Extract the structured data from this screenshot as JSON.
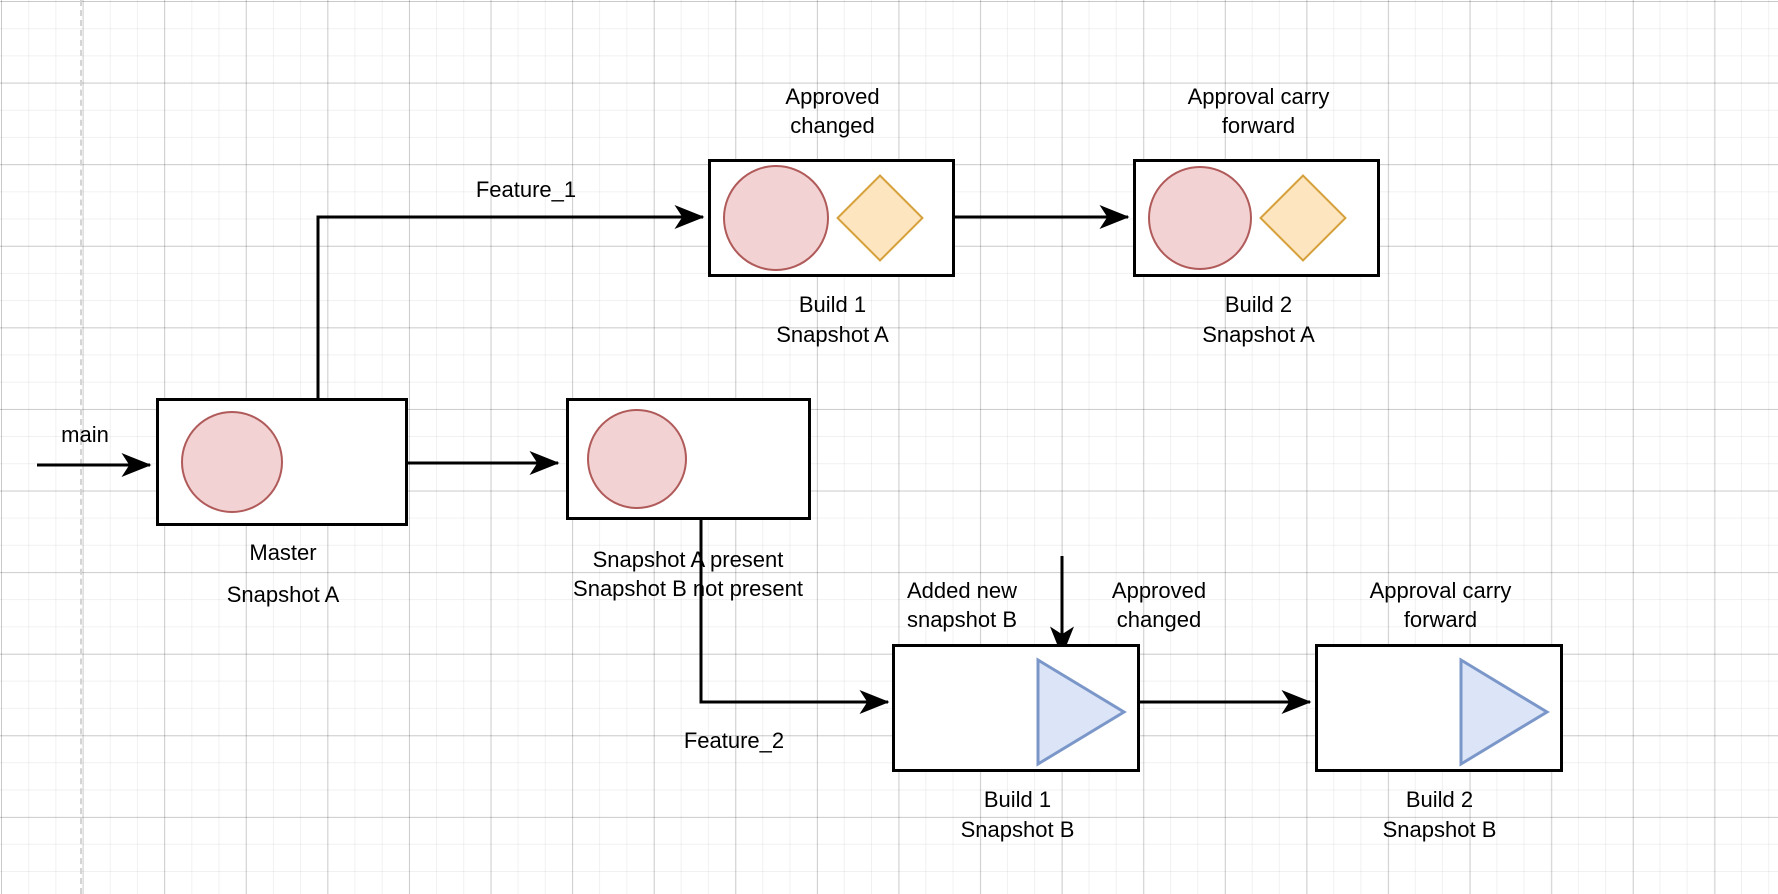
{
  "diagram": {
    "title": "Snapshot approval carry-forward branching diagram",
    "colors": {
      "circle_fill": "#f2d2d2",
      "circle_stroke": "#b05a5a",
      "diamond_fill": "#fce5bf",
      "diamond_stroke": "#d6a13c",
      "triangle_fill": "#dbe5f7",
      "triangle_stroke": "#7b97c9",
      "box_stroke": "#000000",
      "connector": "#000000",
      "grid_minor": "#f0f0f0",
      "grid_major": "#d9d9d9",
      "guide_dashed": "#d4d4d4",
      "canvas": "#ffffff"
    },
    "edge_labels": {
      "main": "main",
      "feature_1": "Feature_1",
      "feature_2": "Feature_2"
    },
    "annotations": {
      "approved_changed_top": "Approved\nchanged",
      "approval_carry_forward_top": "Approval carry\nforward",
      "added_new_snapshot_b": "Added new\nsnapshot B",
      "approved_changed_bottom": "Approved\nchanged",
      "approval_carry_forward_bottom": "Approval carry\nforward"
    },
    "nodes": [
      {
        "id": "master",
        "caption_line1": "Master",
        "caption_line2": "Snapshot A",
        "shapes": [
          "circle"
        ]
      },
      {
        "id": "snapshot-state",
        "caption_line1": "Snapshot A present",
        "caption_line2": "Snapshot B not present",
        "shapes": [
          "circle"
        ]
      },
      {
        "id": "build1-snapshot-a",
        "caption_line1": "Build 1",
        "caption_line2": "Snapshot A",
        "shapes": [
          "circle",
          "diamond"
        ]
      },
      {
        "id": "build2-snapshot-a",
        "caption_line1": "Build 2",
        "caption_line2": "Snapshot A",
        "shapes": [
          "circle",
          "diamond"
        ]
      },
      {
        "id": "build1-snapshot-b",
        "caption_line1": "Build 1",
        "caption_line2": "Snapshot B",
        "shapes": [
          "triangle"
        ]
      },
      {
        "id": "build2-snapshot-b",
        "caption_line1": "Build 2",
        "caption_line2": "Snapshot B",
        "shapes": [
          "triangle"
        ]
      }
    ]
  }
}
